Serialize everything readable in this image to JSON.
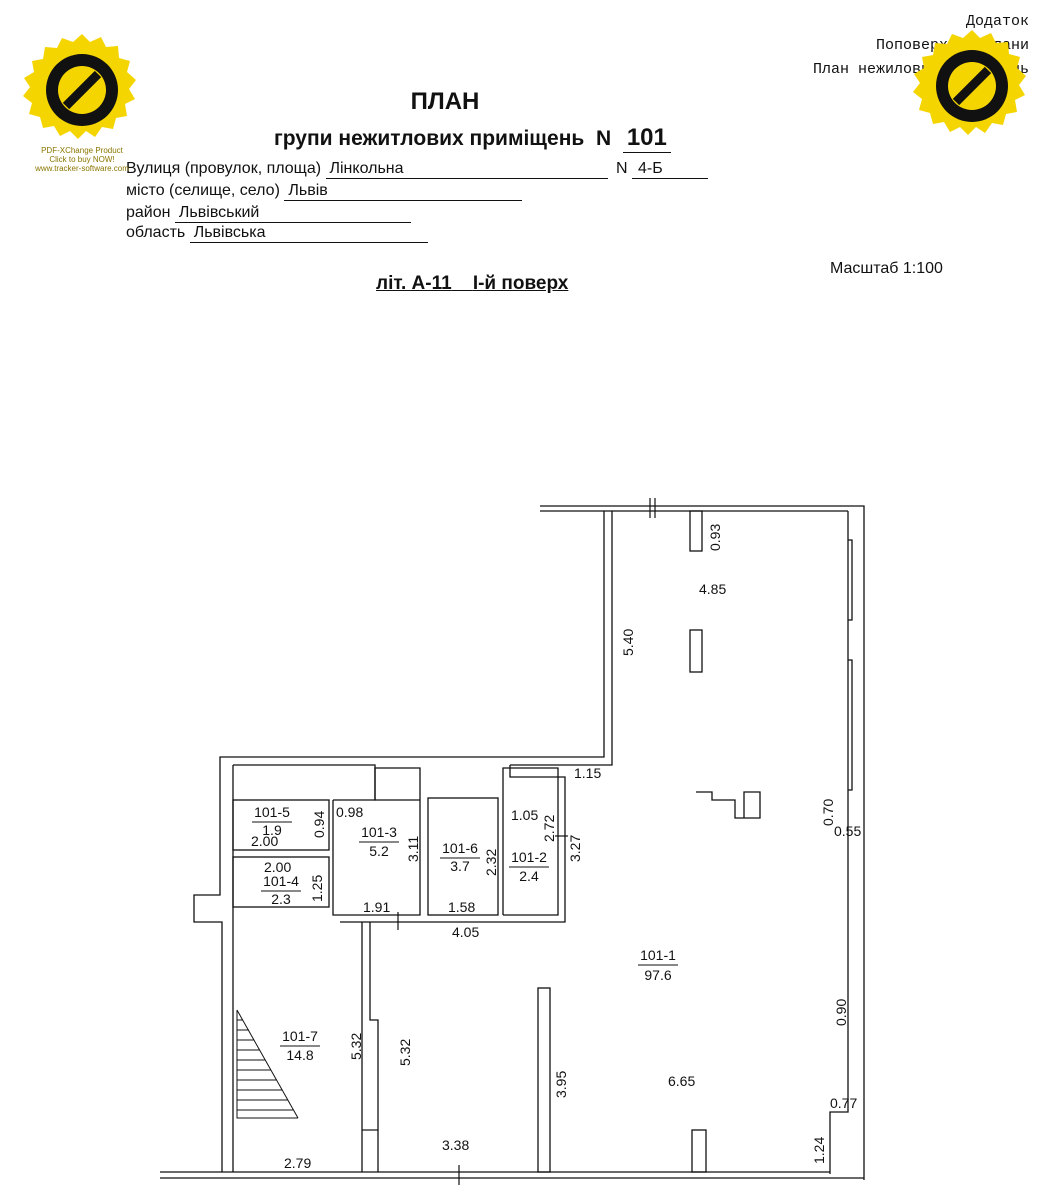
{
  "header": {
    "appendix": "Додаток",
    "floor_plans": "Поповерхові плани",
    "plan_of": "План нежилових приміщень"
  },
  "title": "ПЛАН",
  "subtitle": "групи нежитлових приміщень",
  "number_label": "N",
  "group_number": "101",
  "address": {
    "street_label": "Вулиця (провулок, площа)",
    "street": "Лінкольна",
    "house_label": "N",
    "house": "4-Б",
    "city_label": "місто (селище, село)",
    "city": "Львів",
    "district_label": "район",
    "district": "Львівський",
    "region_label": "область",
    "region": "Львівська"
  },
  "scale": "Масштаб 1:100",
  "section": {
    "litera": "літ. А-11",
    "floor": "І-й поверх"
  },
  "rooms": [
    {
      "id": "101-1",
      "area": "97.6"
    },
    {
      "id": "101-2",
      "area": "2.4"
    },
    {
      "id": "101-3",
      "area": "5.2"
    },
    {
      "id": "101-4",
      "area": "2.3"
    },
    {
      "id": "101-5",
      "area": "1.9"
    },
    {
      "id": "101-6",
      "area": "3.7"
    },
    {
      "id": "101-7",
      "area": "14.8"
    }
  ],
  "dimensions": {
    "d093": "0.93",
    "d485": "4.85",
    "d540": "5.40",
    "d115": "1.15",
    "d070": "0.70",
    "d055": "0.55",
    "d098": "0.98",
    "d094": "0.94",
    "d200a": "2.00",
    "d200b": "2.00",
    "d125": "1.25",
    "d311": "3.11",
    "d105": "1.05",
    "d272": "2.72",
    "d327": "3.27",
    "d232": "2.32",
    "d191": "1.91",
    "d158": "1.58",
    "d405": "4.05",
    "d090": "0.90",
    "d532a": "5.32",
    "d532b": "5.32",
    "d395": "3.95",
    "d665": "6.65",
    "d077": "0.77",
    "d124": "1.24",
    "d338": "3.38",
    "d279": "2.79"
  },
  "watermark": {
    "line1": "PDF-XChange Product",
    "line2": "Click to buy NOW!",
    "line3": "www.tracker-software.com",
    "color": "#f5d500"
  }
}
